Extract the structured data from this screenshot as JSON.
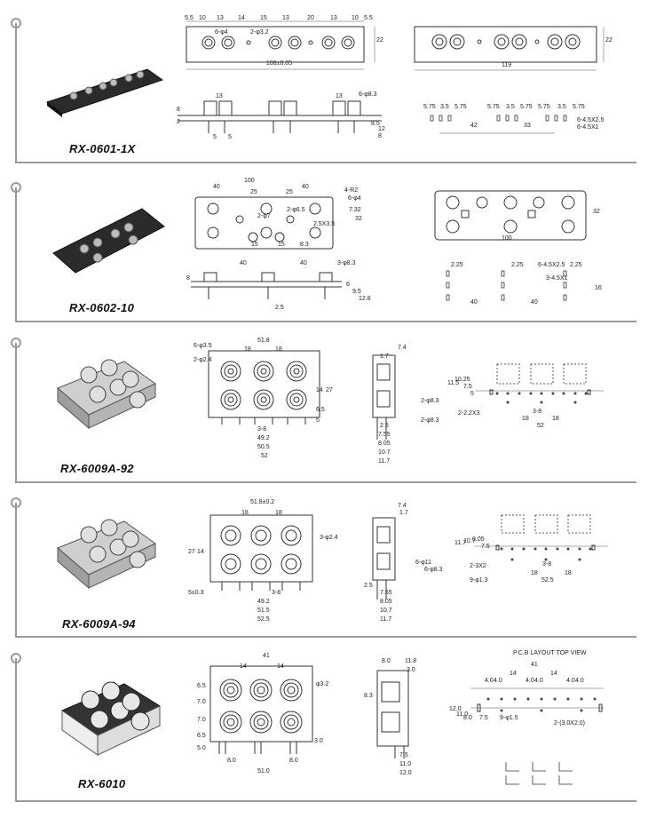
{
  "products": [
    {
      "model": "RX-0601-1X"
    },
    {
      "model": "RX-0602-10"
    },
    {
      "model": "RX-6009A-92"
    },
    {
      "model": "RX-6009A-94"
    },
    {
      "model": "RX-6010"
    }
  ],
  "s1": {
    "top_dims": [
      "5.5",
      "10",
      "13",
      "14",
      "15",
      "13",
      "20",
      "13",
      "10",
      "5.5"
    ],
    "hole_lbl_a": "6-φ4",
    "hole_lbl_b": "2-φ3.2",
    "height": "22",
    "total": "108±0.05",
    "right_height": "22",
    "right_width": "119",
    "side_13a": "13",
    "side_13b": "13",
    "side_pins": "6-φ8.3",
    "side_8": "8",
    "side_2": "2",
    "side_5a": "5",
    "side_5b": "5",
    "side_8_5": "8.5",
    "side_12": "12",
    "side_8_0": "8",
    "pcb_dims": [
      "5.75",
      "3.5",
      "5.75",
      "5.75",
      "3.5",
      "5.75",
      "5.75",
      "3.5",
      "5.75"
    ],
    "pcb_42": "42",
    "pcb_33": "33",
    "pcb_h1": "6-4.5X2.5",
    "pcb_h2": "6-4.5X1"
  },
  "s2": {
    "w100": "100",
    "d40a": "40",
    "d40b": "40",
    "d25a": "25",
    "d25b": "25",
    "r2": "4-R2",
    "h4": "6-φ4",
    "h6_5": "2-φ6.5",
    "h7": "2-φ7",
    "h7_32": "7.32",
    "h32": "32",
    "slot": "2.5X3.5",
    "d15a": "15",
    "d15b": "15",
    "d8_3": "8.3",
    "right_32": "32",
    "right_100": "100",
    "side_40a": "40",
    "side_40b": "40",
    "side_pins": "3-φ8.3",
    "side_8": "8",
    "side_2_5": "2.5",
    "side_9_5": "9.5",
    "side_12_8": "12.8",
    "side_6": "6",
    "pcb_2_25a": "2.25",
    "pcb_2_25b": "2.25",
    "pcb_2_25c": "2.25",
    "pcb_slot1": "6-4.5X2.5",
    "pcb_slot2": "3-4.5X1",
    "pcb_16": "16",
    "pcb_40a": "40",
    "pcb_40b": "40"
  },
  "s3": {
    "h6": "6-φ3.5",
    "h2": "2-φ2.4",
    "w51_8": "51.8",
    "d18a": "18",
    "d18b": "18",
    "h14": "14",
    "h27": "27",
    "h6_5": "6.5",
    "h5": "5",
    "p3_8": "3-8",
    "w49_2": "49.2",
    "w50_5": "50.5",
    "w52": "52",
    "s7_4": "7.4",
    "s1_7": "1.7",
    "s2_5": "2.5",
    "s7_55": "7.55",
    "s8_05": "8.05",
    "s10_7": "10.7",
    "s11_7": "11.7",
    "s_h8_3a": "2-φ8.3",
    "s_h8_3b": "2-φ8.3",
    "p11_5": "11.5",
    "p10_25": "10.25",
    "p7_5": "7.5",
    "p5": "5",
    "p_slot": "2-2.2X3",
    "p_d3_8": "3-8",
    "p18a": "18",
    "p18b": "18",
    "p52": "52"
  },
  "s4": {
    "w51_8": "51.8±0.2",
    "d18a": "18",
    "d18b": "18",
    "h3": "3-φ2.4",
    "h27": "27",
    "h14": "14",
    "h5": "5±0.3",
    "p3_8": "3-8",
    "w49_2": "49.2",
    "w51_5": "51.5",
    "w52_5": "52.5",
    "s7_4": "7.4",
    "s1_7": "1.7",
    "s_h11": "6-φ11",
    "s_h8_3": "6-φ8.3",
    "s2_5": "2.5",
    "s7_55": "7.55",
    "s8_05": "8.05",
    "s10_7": "10.7",
    "s11_7": "11.7",
    "p11_7": "11.7",
    "p10_7": "10.7",
    "p8_05": "8.05",
    "p7_5": "7.5",
    "p_slot": "2-3X2",
    "p_h1_3": "9-φ1.3",
    "p18a": "18",
    "p18b": "18",
    "p52_5": "52.5"
  },
  "s5": {
    "w41": "41",
    "d14a": "14",
    "d14b": "14",
    "h3_2": "φ3.2",
    "v6_5a": "6.5",
    "v7_0a": "7.0",
    "v7_0b": "7.0",
    "v6_5b": "6.5",
    "v5_0": "5.0",
    "v8_0a": "8.0",
    "v8_0b": "8.0",
    "v3_0": "3.0",
    "w51_0": "51.0",
    "s8_0": "8.0",
    "s11_8": "11.8",
    "s3_0": "3.0",
    "s8_3": "8.3",
    "s7_5": "7.5",
    "s11_0": "11.0",
    "s12_0": "12.0",
    "pcb_title": "P.C.B LAYOUT    TOP VIEW",
    "p41": "41",
    "p14a": "14",
    "p14b": "14",
    "p4a": "4.0",
    "p4b": "4.0",
    "p4c": "4.0",
    "p4d": "4.0",
    "p4e": "4.0",
    "p4f": "4.0",
    "p12_0": "12.0",
    "p11_0": "11.0",
    "p8_0": "8.0",
    "p7_5": "7.5",
    "p_h1_5": "9-φ1.5",
    "p_slot": "2-(3.0X2.0)"
  }
}
